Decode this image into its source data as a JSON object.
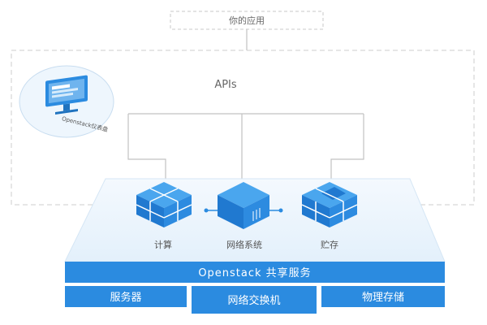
{
  "app": {
    "label": "你的应用"
  },
  "apis": {
    "label": "APIs"
  },
  "dashboard": {
    "label": "Openstack仪表盘"
  },
  "services": [
    {
      "id": "compute",
      "label": "计算",
      "icon": "compute-cube-icon"
    },
    {
      "id": "network",
      "label": "网络系统",
      "icon": "network-cube-icon"
    },
    {
      "id": "storage",
      "label": "贮存",
      "icon": "storage-cube-icon"
    }
  ],
  "shared_services": {
    "label": "Openstack 共享服务"
  },
  "infrastructure": {
    "servers": "服务器",
    "switches": "网络交换机",
    "storage": "物理存储"
  },
  "colors": {
    "primary": "#2b8be0",
    "platform": "#eaf4fc",
    "dashed": "#c9c9c9",
    "line": "#c2c2c2",
    "text": "#555555"
  }
}
